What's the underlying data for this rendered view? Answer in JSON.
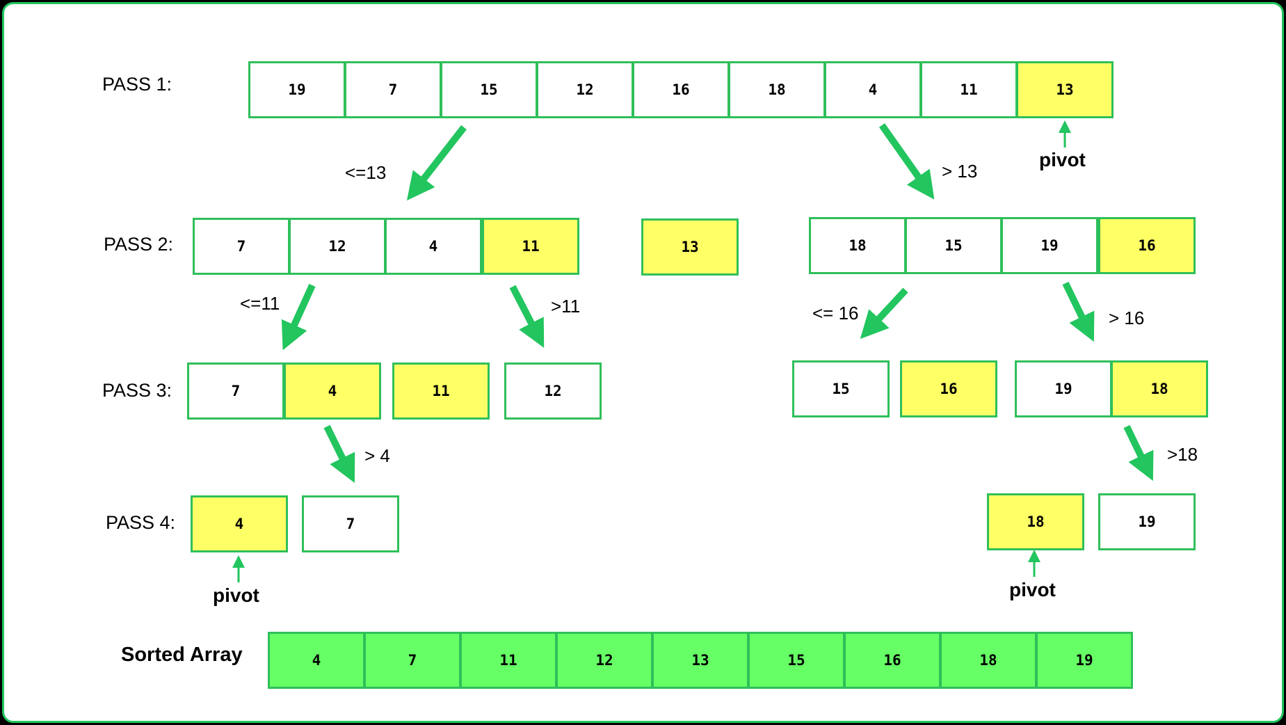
{
  "passes": {
    "p1": {
      "label": "PASS 1:",
      "row1": [
        "19",
        "7",
        "15",
        "12",
        "16",
        "18",
        "4",
        "11",
        "13"
      ]
    },
    "p2": {
      "label": "PASS 2:",
      "left": [
        "7",
        "12",
        "4",
        "11"
      ],
      "mid": [
        "13"
      ],
      "right": [
        "18",
        "15",
        "19",
        "16"
      ]
    },
    "p3": {
      "label": "PASS 3:",
      "a": [
        "7",
        "4"
      ],
      "b": [
        "11"
      ],
      "c": [
        "12"
      ],
      "d": [
        "15"
      ],
      "e": [
        "16"
      ],
      "f": [
        "19",
        "18"
      ]
    },
    "p4": {
      "label": "PASS 4:",
      "a": [
        "4"
      ],
      "b": [
        "7"
      ],
      "c": [
        "18"
      ],
      "d": [
        "19"
      ]
    }
  },
  "edges": {
    "le13": "<=13",
    "gt13": "> 13",
    "le11": "<=11",
    "gt11": ">11",
    "le16": "<= 16",
    "gt16": "> 16",
    "gt4": ">  4",
    "gt18": ">18"
  },
  "pivot_text": "pivot",
  "sorted": {
    "label": "Sorted Array",
    "values": [
      "4",
      "7",
      "11",
      "12",
      "13",
      "15",
      "16",
      "18",
      "19"
    ]
  },
  "colors": {
    "border": "#22c55e",
    "cell_border": "#2fbf5a",
    "pivot_fill": "#ffff66",
    "sorted_fill": "#66ff66",
    "arrow": "#22c55e"
  }
}
